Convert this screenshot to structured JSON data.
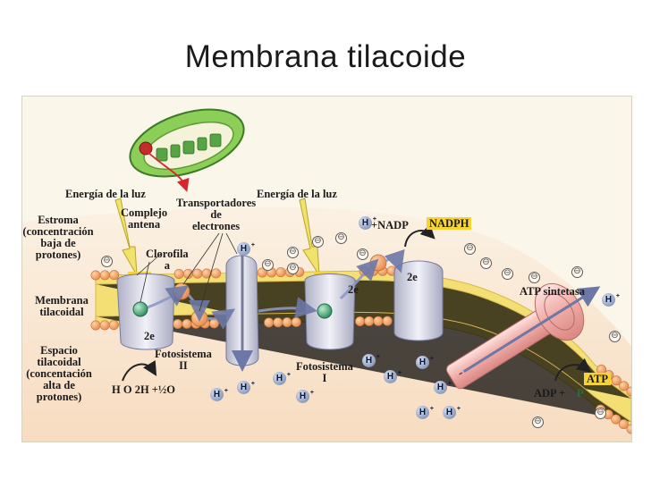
{
  "title": "Membrana tilacoide",
  "labels": {
    "energia_luz_1": "Energía de la luz",
    "energia_luz_2": "Energía de la luz",
    "complejo_antena": "Complejo\nantena",
    "transportadores": "Transportadores\nde\nelectrones",
    "estroma": "Estroma\n(concentración\nbaja de\nprotones)",
    "clorofila": "Clorofila\na",
    "membrana": "Membrana\ntilacoidal",
    "espacio": "Espacio\ntilacoidal\n(concentación\nalta de\nprotones)",
    "fotosistema_2": "Fotosistema\nII",
    "fotosistema_1": "Fotosistema\nI",
    "two_e_1": "2e",
    "two_e_2": "2e",
    "two_e_3": "2e",
    "nadp_eq": "+NADP",
    "nadph": "NADPH",
    "atp_sintetasa": "ATP sintetasa",
    "atp": "ATP",
    "adp_eq": "ADP +",
    "p": "P",
    "water_eq": "H O 2H +½O",
    "h": "H",
    "plus": "+",
    "minus": "⊖"
  },
  "colors": {
    "membrane_head": "#f2a063",
    "membrane_tail": "#f3df74",
    "stroma_bg": "#f8e3cc",
    "protein": "#d9dae7",
    "chlorophyll": "#4fa37a",
    "highlight": "#f7d335",
    "atp_synthase": "#f1b8b5",
    "arrow_light": "#f0e26a",
    "chloroplast": "#7cc04e"
  },
  "icons": [
    "chloroplast-icon",
    "light-arrow-icon",
    "h-ion-icon",
    "negative-charge-icon",
    "electron-flow-arrow-icon"
  ]
}
